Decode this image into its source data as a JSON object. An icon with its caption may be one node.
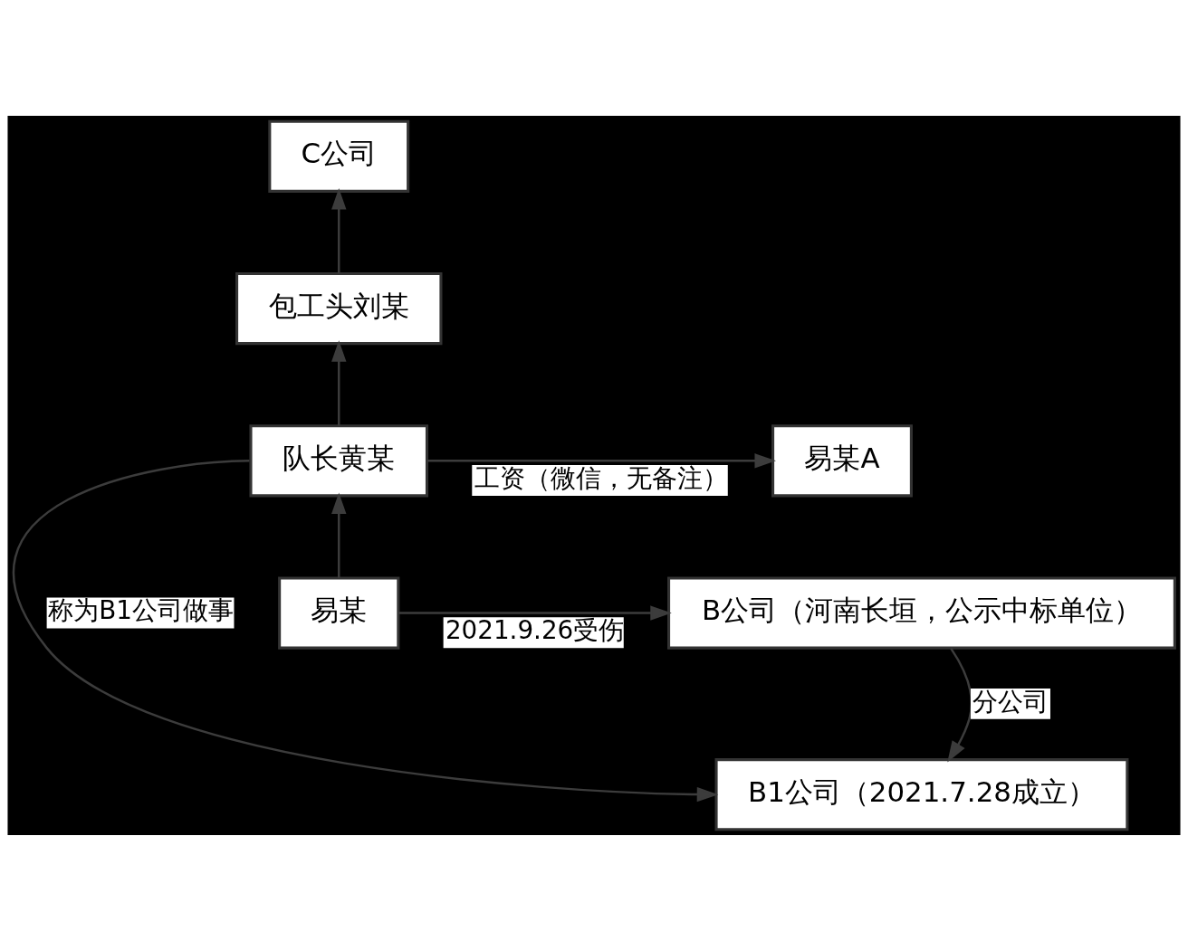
{
  "diagram": {
    "nodes": [
      {
        "text": [
          "C公司"
        ]
      },
      {
        "text": [
          "包工头刘某"
        ]
      },
      {
        "text": [
          "队长黄某"
        ]
      },
      {
        "text": [
          "易某A"
        ]
      },
      {
        "text": [
          "易某"
        ]
      },
      {
        "text": [
          "B公司（河南长垣，公示中标单位）"
        ]
      },
      {
        "text": [
          "B1公司（2021.7.28成立）"
        ]
      }
    ],
    "edges": [
      {
        "from": 1,
        "to": 0,
        "arrow": "to"
      },
      {
        "from": 2,
        "to": 1,
        "arrow": "to"
      },
      {
        "from": 4,
        "to": 2,
        "arrow": "to"
      },
      {
        "from": 2,
        "to": 3,
        "arrow": "to",
        "label": "工资（微信，无备注）"
      },
      {
        "from": 4,
        "to": 5,
        "arrow": "to",
        "label": "2021.9.26受伤"
      },
      {
        "from": 5,
        "to": 6,
        "arrow": "to",
        "label": "分公司"
      },
      {
        "from": 2,
        "to": 6,
        "arrow": "to",
        "label": "称为B1公司做事"
      }
    ]
  }
}
